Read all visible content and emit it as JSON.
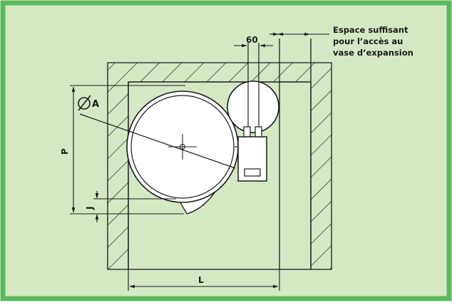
{
  "colors": {
    "border": "#5cb85c",
    "background": "#d4e8c4",
    "line": "#1a1a1a",
    "fill_white": "#ffffff"
  },
  "labels": {
    "diameter": "A",
    "dim_60": "60",
    "dim_p": "P",
    "dim_j": "J",
    "dim_l": "L",
    "note_line1": "Espace suffisant",
    "note_line2": "pour l’accès au",
    "note_line3": "vase d’expansion"
  },
  "icons": {
    "diameter_symbol": "diameter-symbol-icon",
    "center_mark": "crosshair-icon"
  }
}
